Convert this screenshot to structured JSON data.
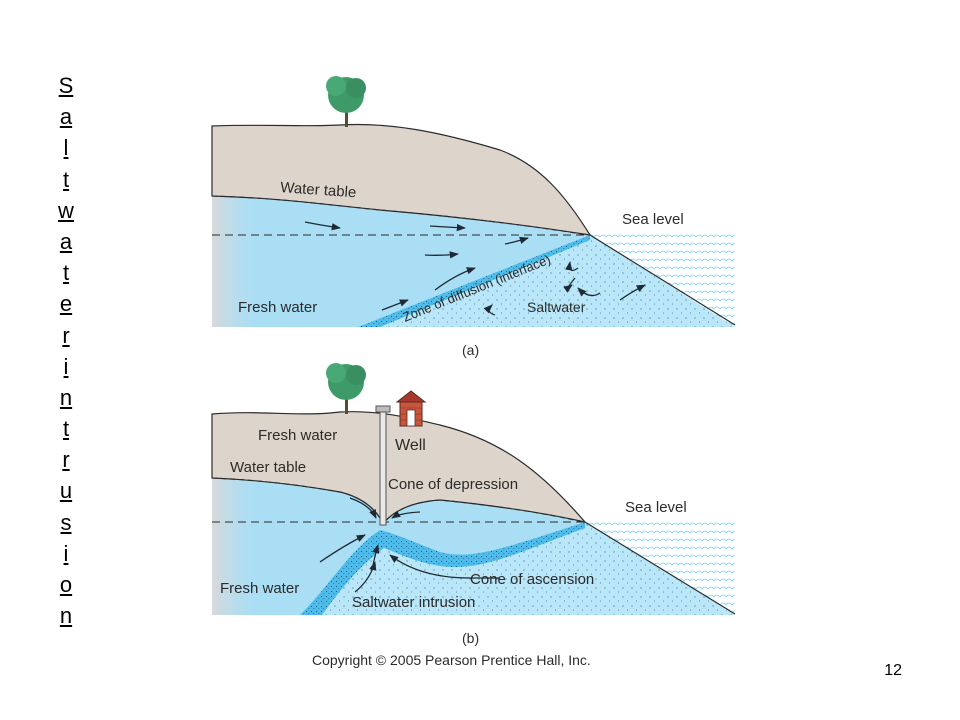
{
  "title": "Saltwater intrusion",
  "page_number": "12",
  "copyright": "Copyright © 2005 Pearson Prentice Hall, Inc.",
  "panel_a": {
    "caption": "(a)",
    "water_table": "Water table",
    "sea_level": "Sea level",
    "fresh_water": "Fresh water",
    "zone": "Zone of diffusion (interface)",
    "saltwater": "Saltwater"
  },
  "panel_b": {
    "caption": "(b)",
    "fresh_water_top": "Fresh water",
    "well": "Well",
    "water_table": "Water table",
    "cone_depression": "Cone of depression",
    "sea_level": "Sea level",
    "cone_ascension": "Cone of ascension",
    "fresh_water": "Fresh water",
    "saltwater_intrusion": "Saltwater intrusion"
  },
  "colors": {
    "land": "#ddd5cb",
    "fresh_water": "#a9def5",
    "saltwater": "#b7e5f8",
    "interface": "#56c0ee",
    "sea": "#ffffff"
  }
}
